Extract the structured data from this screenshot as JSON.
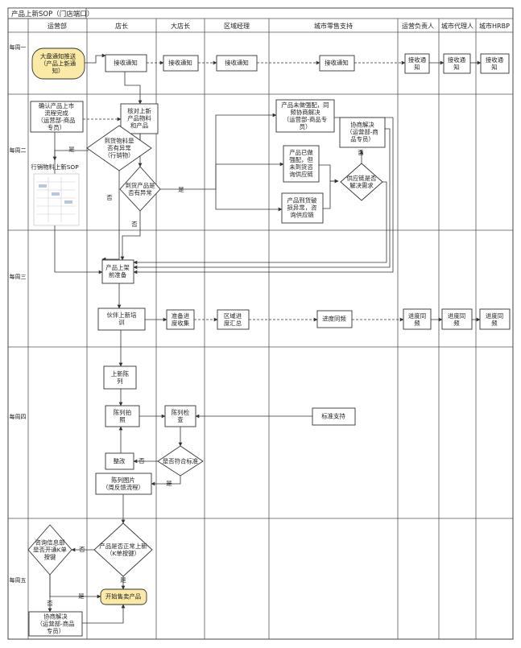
{
  "title": "产品上新SOP（门店端口）",
  "columns": [
    "运营部",
    "店长",
    "大店长",
    "区域经理",
    "城市零售支持",
    "运营负责人",
    "城市代理人",
    "城市HRBP"
  ],
  "rows": [
    "每周一",
    "每周二",
    "每周三",
    "每周四",
    "每周五"
  ],
  "nodes": {
    "start": [
      "大盘通知推送",
      "（产品上新通",
      "知）"
    ],
    "recv_dz": [
      "接收通知"
    ],
    "recv_ddz": [
      "接收通知"
    ],
    "recv_qy": [
      "接收通知"
    ],
    "recv_cs": [
      "接收通知"
    ],
    "recv_yy": [
      "接收通",
      "知"
    ],
    "recv_dl": [
      "接收通",
      "知"
    ],
    "recv_hr": [
      "接收通",
      "知"
    ],
    "confirm": [
      "确认产品上市",
      "流程完成",
      "（运营部-商品",
      "专员）"
    ],
    "check": [
      "核对上新",
      "产品物料",
      "和产品"
    ],
    "d_material": [
      "到货物料是",
      "否有异常",
      "（行销物）"
    ],
    "d_product": [
      "到货产品是",
      "否有异常"
    ],
    "material_sop": [
      "行销物料上新SOP"
    ],
    "unmatched": [
      "产品未做强配，同",
      "频协商解决",
      "（运营部-商品专",
      "员）"
    ],
    "matched": [
      "产品已做",
      "强配，但",
      "未到货咨",
      "询供应链"
    ],
    "damaged": [
      "产品到货破",
      "损异常，咨",
      "询供应链"
    ],
    "negotiate1": [
      "协商解决",
      "（运营部-商",
      "品专员）"
    ],
    "d_supply": [
      "供应链是否",
      "解决需求"
    ],
    "prepare": [
      "产品上架",
      "前准备"
    ],
    "training": [
      "伙伴上新培",
      "训"
    ],
    "prep_collect": [
      "准备进",
      "度收集"
    ],
    "area_summary": [
      "区域进",
      "度汇总"
    ],
    "sync_cs": [
      "进度同频"
    ],
    "sync_yy": [
      "进度同",
      "频"
    ],
    "sync_dl": [
      "进度同",
      "频"
    ],
    "sync_hr": [
      "进度同",
      "频"
    ],
    "display": [
      "上新陈",
      "列"
    ],
    "photo": [
      "陈列拍",
      "照"
    ],
    "inspect": [
      "陈列检",
      "查"
    ],
    "standard": [
      "标准支持"
    ],
    "d_standard": [
      "是否符合标准"
    ],
    "rectify": [
      "整改"
    ],
    "display_pic": [
      "陈列图片",
      "（周反馈流程）"
    ],
    "d_launch": [
      "产品是否正常上新",
      "（K单按键）"
    ],
    "d_kbtn": [
      "咨询信息部",
      "是否开通K单",
      "按键"
    ],
    "sell": [
      "开始售卖产品"
    ],
    "negotiate2": [
      "协商解决",
      "（运营部-商品",
      "专员）"
    ]
  },
  "edge_labels": {
    "yes": "是",
    "no": "否"
  }
}
